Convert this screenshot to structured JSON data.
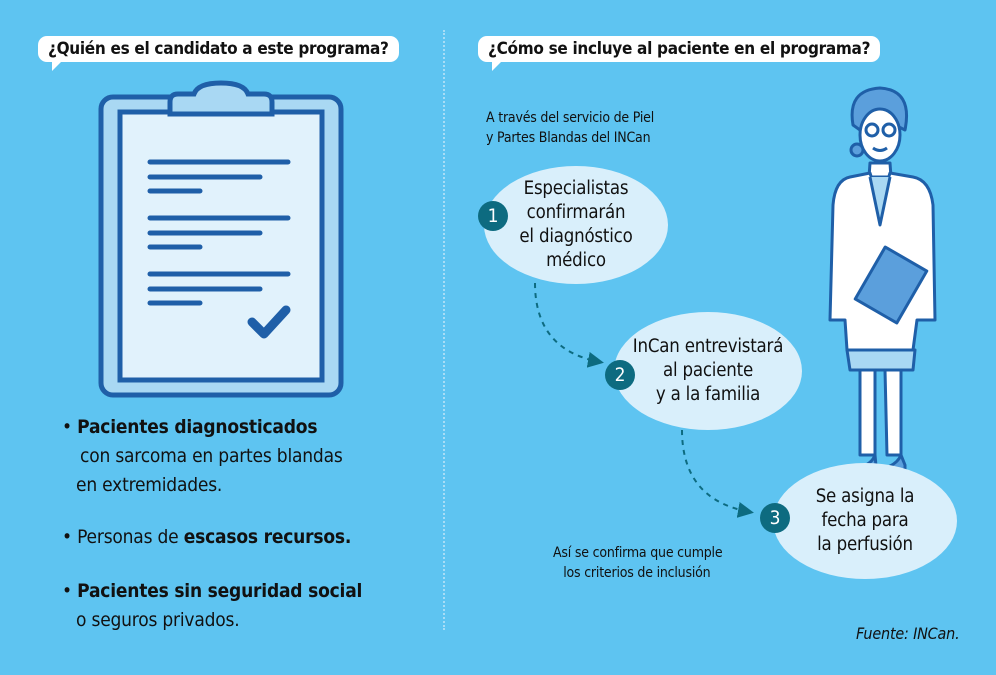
{
  "left": {
    "question": "¿Quién es el candidato a este programa?",
    "criteria": [
      {
        "bold": "Pacientes diagnosticados",
        "rest_lines": [
          "con sarcoma en partes blandas",
          "en extremidades."
        ]
      },
      {
        "prefix": "Personas de ",
        "bold": "escasos recursos."
      },
      {
        "bold": "Pacientes sin seguridad social",
        "rest_lines": [
          "o seguros privados."
        ]
      }
    ]
  },
  "right": {
    "question": "¿Cómo se incluye al paciente en el programa?",
    "intro_lines": [
      "A través del servicio de Piel",
      "y Partes Blandas del INCan"
    ],
    "steps": [
      {
        "number": "1",
        "lines": [
          "Especialistas",
          "confirmarán",
          "el diagnóstico",
          "médico"
        ]
      },
      {
        "number": "2",
        "lines": [
          "InCan entrevistará",
          "al paciente",
          "y a la familia"
        ]
      },
      {
        "number": "3",
        "lines": [
          "Se asigna la",
          "fecha para",
          "la perfusión"
        ]
      }
    ],
    "note_lines": [
      "Así se confirma que cumple",
      "los criterios de inclusión"
    ],
    "source": "Fuente: INCan."
  },
  "colors": {
    "background": "#5ec4f1",
    "ellipse": "#d9effb",
    "badge": "#0d6b80",
    "line": "#1f5fa8"
  }
}
